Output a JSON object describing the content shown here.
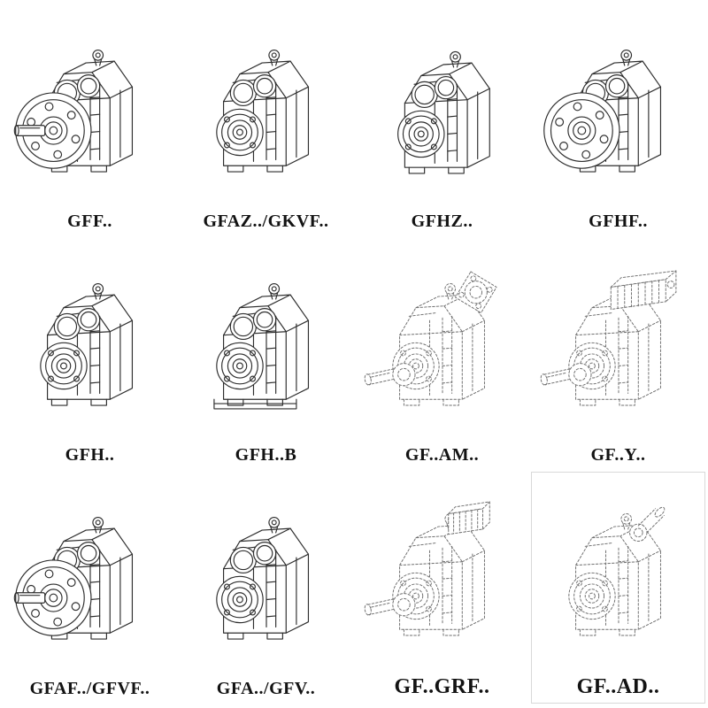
{
  "page": {
    "background": "#ffffff",
    "line_color": "#2e2e2e",
    "ghost_line_color": "#6f6f6f",
    "label_color": "#131313"
  },
  "catalog": {
    "cells": [
      {
        "label": "GFF..",
        "drawing": "gearbox-flange-with-shaft"
      },
      {
        "label": "GFAZ../GKVF..",
        "drawing": "gearbox-hollow-shaft"
      },
      {
        "label": "GFHZ..",
        "drawing": "gearbox-hollow-shaft"
      },
      {
        "label": "GFHF..",
        "drawing": "gearbox-flange-hollow"
      },
      {
        "label": "GFH..",
        "drawing": "gearbox-hollow-shaft"
      },
      {
        "label": "GFH..B",
        "drawing": "gearbox-hollow-shaft-base"
      },
      {
        "label": "GF..AM..",
        "drawing": "gearbox-ghost-input-flange"
      },
      {
        "label": "GF..Y..",
        "drawing": "gearbox-ghost-motor"
      },
      {
        "label": "GFAF../GFVF..",
        "drawing": "gearbox-flange-with-shaft"
      },
      {
        "label": "GFA../GFV..",
        "drawing": "gearbox-hollow-shaft"
      },
      {
        "label": "GF..GRF..",
        "drawing": "gearbox-ghost-adapter"
      },
      {
        "label": "GF..AD..",
        "drawing": "gearbox-ghost-top-shaft"
      }
    ]
  }
}
